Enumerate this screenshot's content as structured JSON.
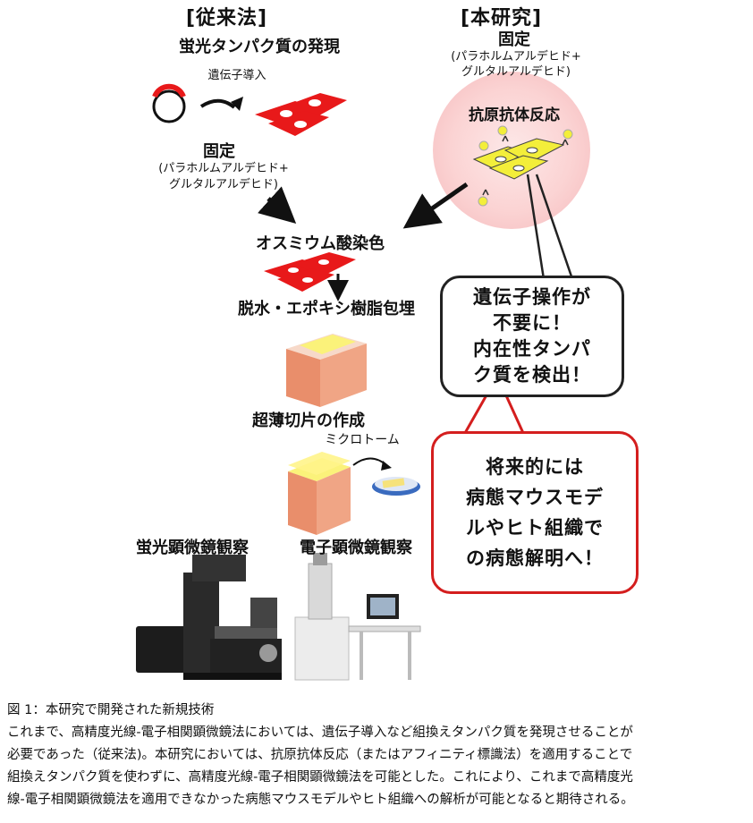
{
  "headers": {
    "conventional": "[従来法]",
    "this_study": "[本研究]"
  },
  "left": {
    "expression": "蛍光タンパク質の発現",
    "gene_transfer": "遺伝子導入",
    "fixation": "固定",
    "fixative_line1": "(パラホルムアルデヒド+",
    "fixative_line2": "グルタルアルデヒド)",
    "osmium": "オスミウム酸染色",
    "dehydration": "脱水・エポキシ樹脂包埋",
    "sectioning": "超薄切片の作成",
    "microtome": "ミクロトーム",
    "fluor_microscope": "蛍光顕微鏡観察",
    "em_microscope": "電子顕微鏡観察"
  },
  "right": {
    "fixation": "固定",
    "fixative_line1": "(パラホルムアルデヒド+",
    "fixative_line2": "グルタルアルデヒド)",
    "antigen_antibody": "抗原抗体反応"
  },
  "bubble1": {
    "lines": [
      "遺伝子操作が",
      "不要に！",
      "内在性タンパ",
      "ク質を検出！"
    ]
  },
  "bubble2": {
    "lines": [
      "将来的には",
      "病態マウスモデ",
      "ルやヒト組織で",
      "の病態解明へ！"
    ]
  },
  "caption": {
    "title": "図 1：本研究で開発された新規技術",
    "body_lines": [
      "これまで、高精度光線-電子相関顕微鏡法においては、遺伝子導入など組換えタンパク質を発現させることが",
      "必要であった（従来法)。本研究においては、抗原抗体反応（またはアフィニティ標識法）を適用することで",
      "組換えタンパク質を使わずに、高精度光線-電子相関顕微鏡法を可能とした。これにより、これまで高精度光",
      "線-電子相関顕微鏡法を適用できなかった病態マウスモデルやヒト組織への解析が可能となると期待される。"
    ]
  },
  "colors": {
    "red_cell": "#e8191a",
    "yellow_cell": "#f3ee3a",
    "bubble1_border": "#222222",
    "bubble2_border": "#d41e1e",
    "block": "#f0a585"
  }
}
